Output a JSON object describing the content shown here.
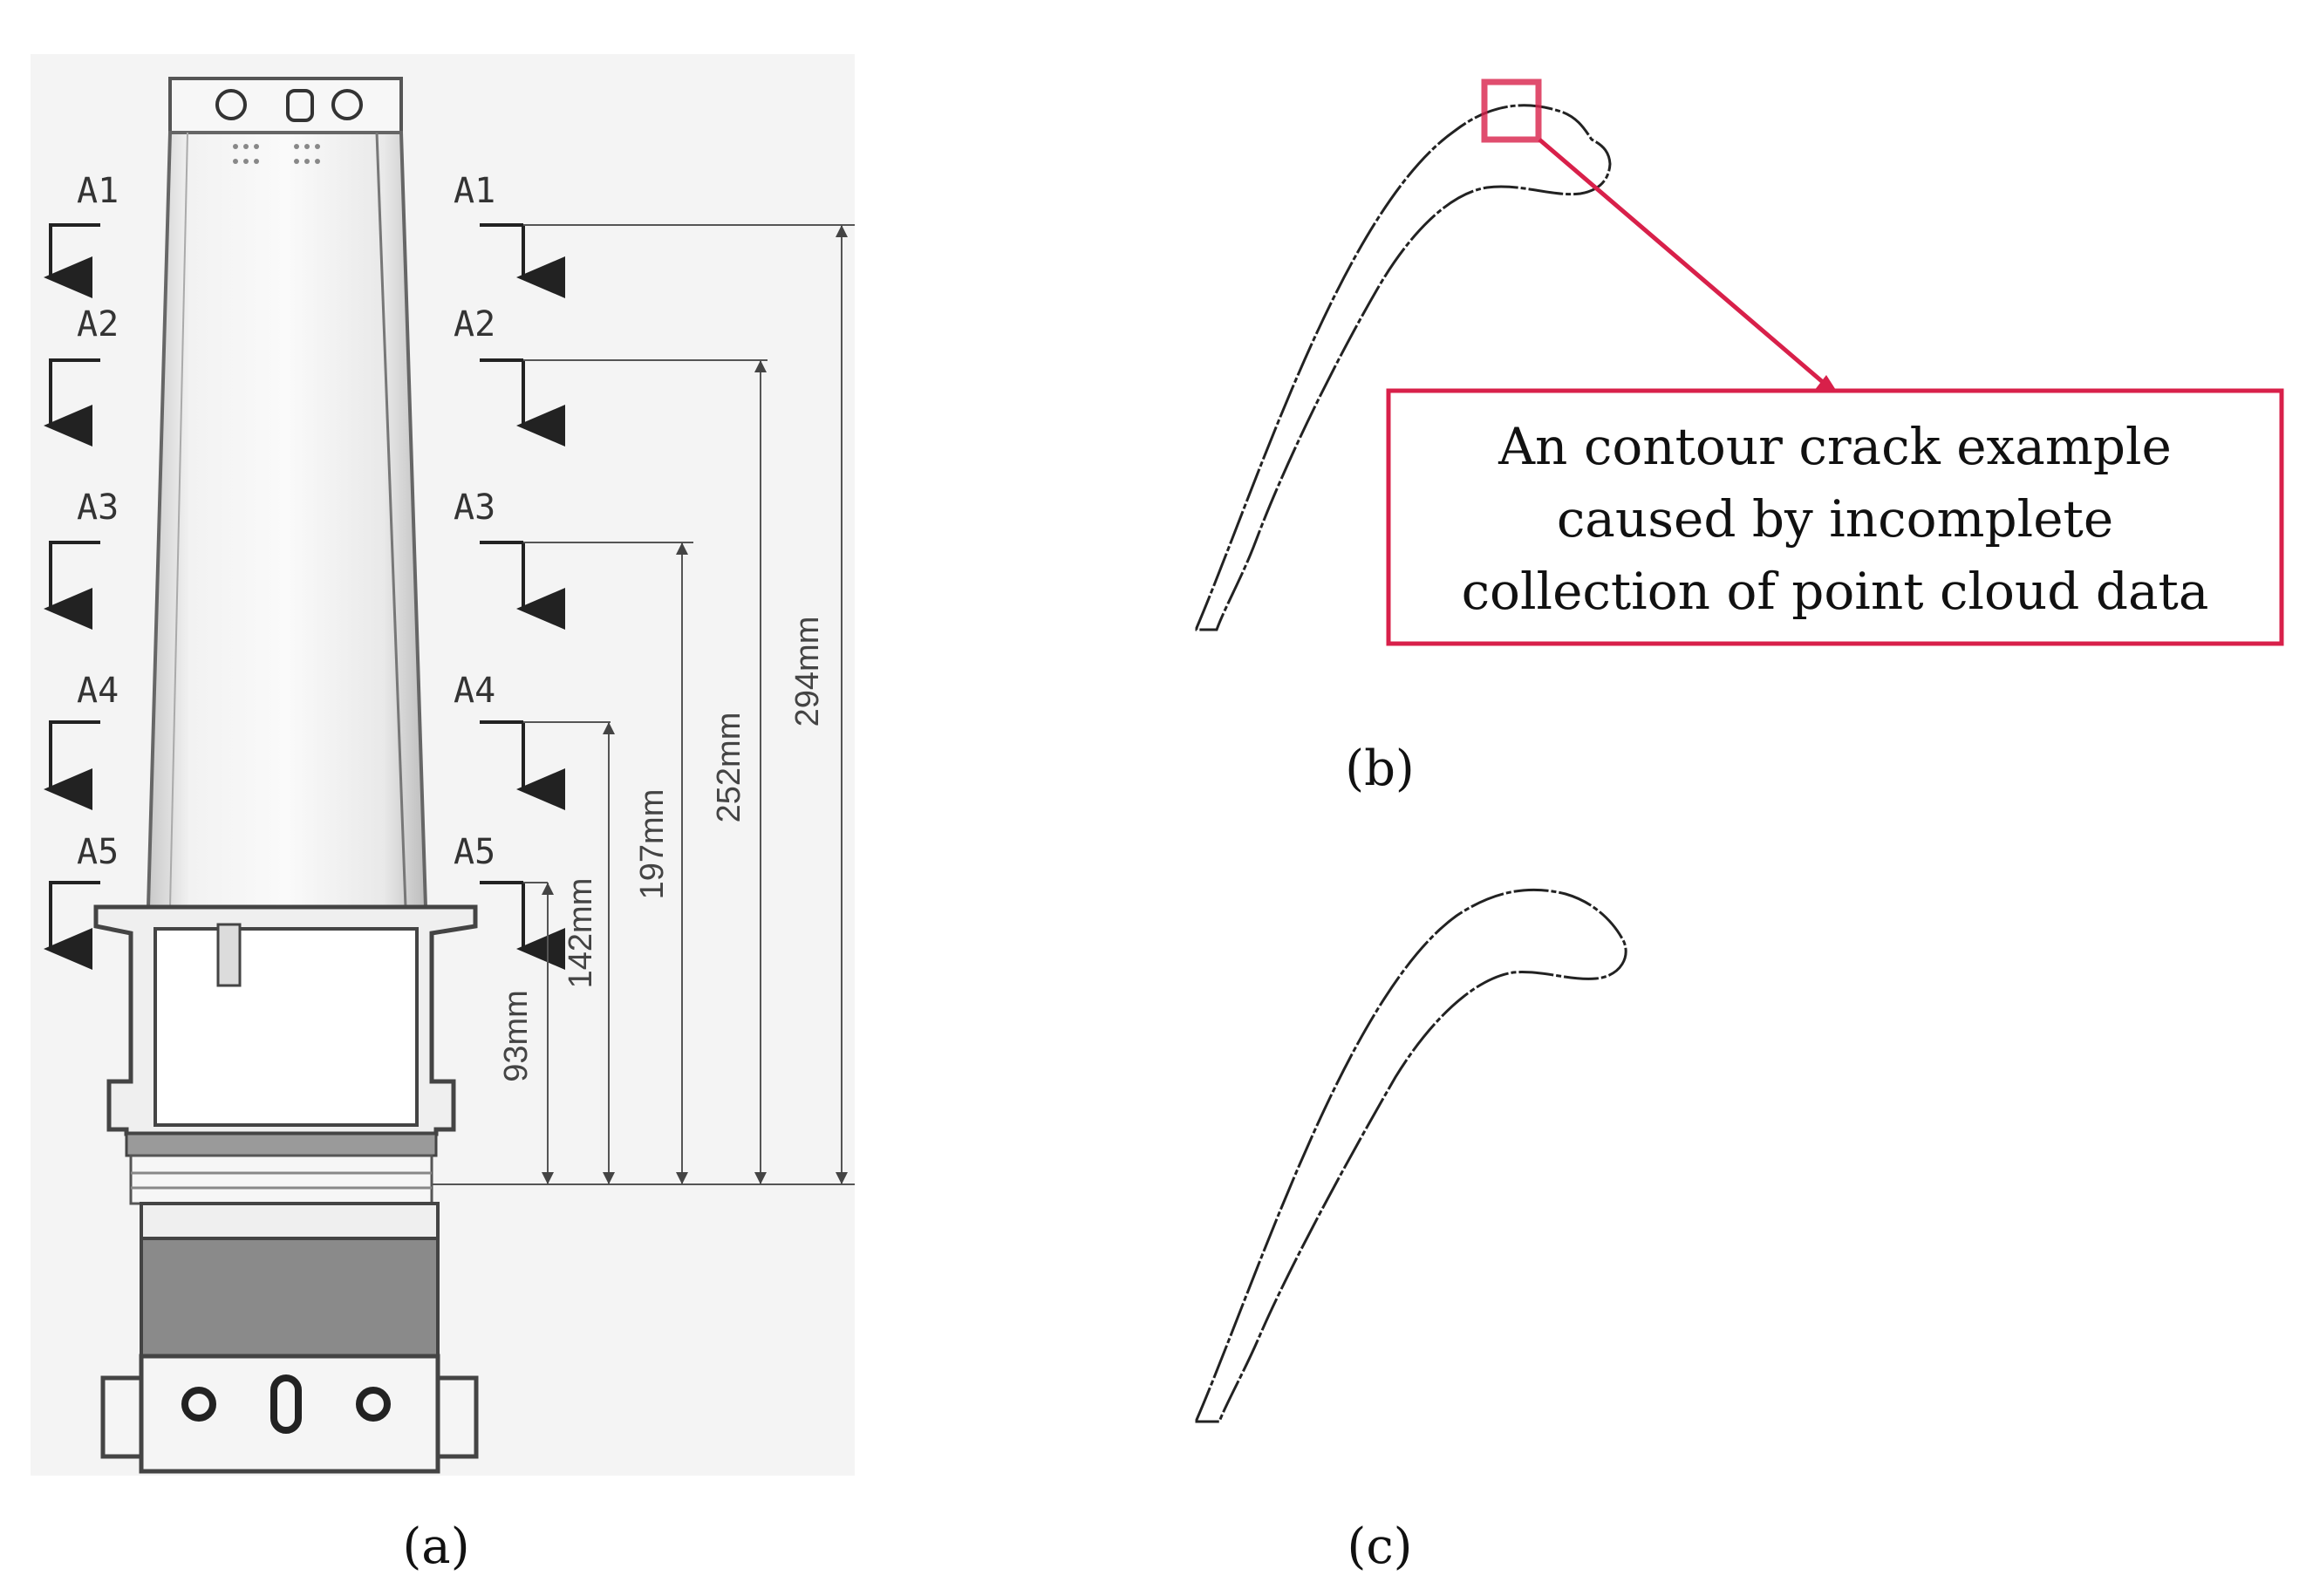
{
  "panels": {
    "a": {
      "label": "(a)"
    },
    "b": {
      "label": "(b)"
    },
    "c": {
      "label": "(c)"
    }
  },
  "sections": [
    "A1",
    "A2",
    "A3",
    "A4",
    "A5"
  ],
  "dimensions": {
    "d93": "93mm",
    "d142": "142mm",
    "d197": "197mm",
    "d252": "252mm",
    "d294": "294mm"
  },
  "annotation": {
    "line1": "An contour crack example",
    "line2": "caused by incomplete",
    "line3": "collection of point cloud data"
  },
  "colors": {
    "highlight": "#d8204a",
    "line": "#333333",
    "drawing_bg": "#f4f4f4",
    "root_fill": "#8a8a8a"
  }
}
